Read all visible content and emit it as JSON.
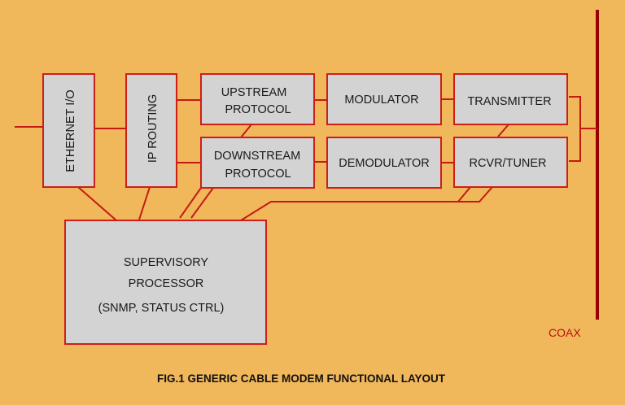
{
  "diagram": {
    "caption": "FIG.1 GENERIC CABLE MODEM FUNCTIONAL LAYOUT",
    "blocks": {
      "ethernet_io": "ETHERNET I/O",
      "ip_routing": "IP ROUTING",
      "upstream_protocol": [
        "UPSTREAM",
        "PROTOCOL"
      ],
      "downstream_protocol": [
        "DOWNSTREAM",
        "PROTOCOL"
      ],
      "modulator": "MODULATOR",
      "demodulator": "DEMODULATOR",
      "transmitter": "TRANSMITTER",
      "rcvr_tuner": "RCVR/TUNER",
      "supervisory": [
        "SUPERVISORY",
        "PROCESSOR",
        "(SNMP, STATUS CTRL)"
      ]
    },
    "coax_label": "COAX",
    "colors": {
      "background": "#f1b75b",
      "block_fill": "#d3d3d3",
      "wire": "#c41a14",
      "coax": "#990000"
    }
  }
}
